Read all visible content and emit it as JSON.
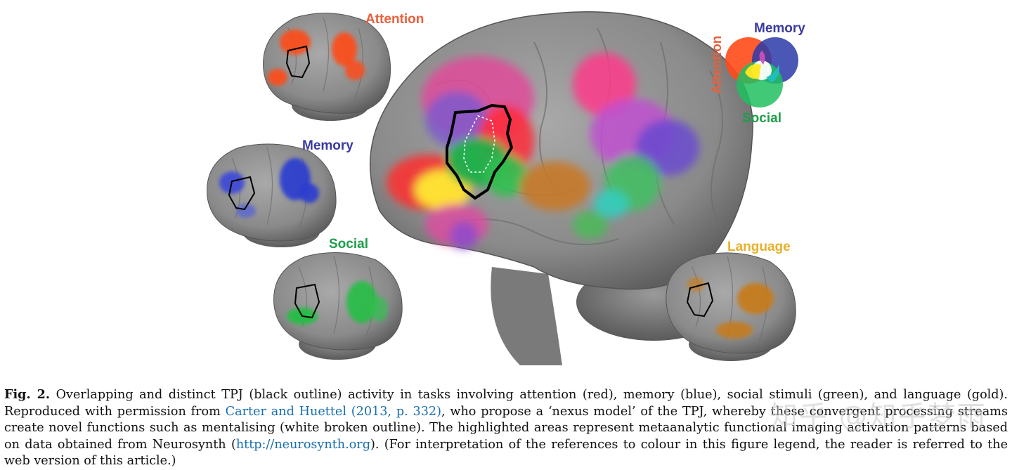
{
  "figure": {
    "labels": {
      "attention": "Attention",
      "memory": "Memory",
      "social": "Social",
      "language": "Language"
    },
    "venn": {
      "attention": "Attention",
      "memory": "Memory",
      "social": "Social"
    },
    "colors": {
      "attention": "#e8603c",
      "memory": "#3a3aa0",
      "social": "#1e9e4a",
      "language": "#e8b02a",
      "brain": "#8d8d8d"
    }
  },
  "caption": {
    "lead": "Fig. 2.",
    "part1": " Overlapping and distinct TPJ (black outline) activity in tasks involving attention (red), memory (blue), social stimuli (green), and language (gold). Reproduced with permission from ",
    "link1": "Carter and Huettel (2013, p. 332)",
    "part2": ", who propose a ‘nexus model’ of the TPJ, whereby these convergent processing streams create novel functions such as mentalising (white broken outline). The highlighted areas represent metaanalytic functional imaging activation patterns based on data obtained from Neurosynth (",
    "link2": "http://neurosynth.org",
    "part3": "). (For interpretation of the references to colour in this figure legend, the reader is referred to the web version of this article.)"
  },
  "watermark": "知乎 @知乎梦雨"
}
